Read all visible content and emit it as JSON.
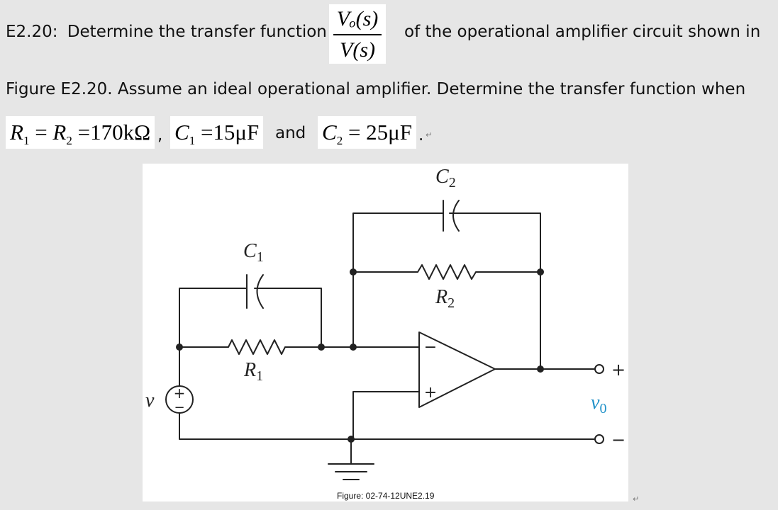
{
  "problem": {
    "label": "E2.20:",
    "line1_before": "Determine the transfer function",
    "fraction": {
      "numerator": "Vₒ(s)",
      "denominator": "V(s)"
    },
    "line1_after": "of the operational amplifier circuit shown in",
    "line2": "Figure E2.20. Assume an ideal operational amplifier. Determine the transfer function when",
    "values": {
      "r_equation": {
        "r1": "R",
        "r1_sub": "1",
        "eq1": " = ",
        "r2": "R",
        "r2_sub": "2",
        "value": " =170kΩ"
      },
      "comma": ",",
      "c1_equation": {
        "c1": "C",
        "c1_sub": "1",
        "value": " =15μF"
      },
      "and": "and",
      "c2_equation": {
        "c2": "C",
        "c2_sub": "2",
        "value": " = 25μF"
      },
      "end": ".",
      "return_mark": "↵"
    }
  },
  "figure": {
    "labels": {
      "c1": "C",
      "c1_sub": "1",
      "c2": "C",
      "c2_sub": "2",
      "r1": "R",
      "r1_sub": "1",
      "r2": "R",
      "r2_sub": "2",
      "source_v": "v",
      "source_plus": "+",
      "source_minus": "−",
      "opamp_minus": "−",
      "opamp_plus": "+",
      "out_plus": "+",
      "out_minus": "−",
      "vo": "v",
      "vo_sub": "0"
    },
    "caption": "Figure: 02-74-12UNE2.19",
    "return_mark": "↵",
    "colors": {
      "wire": "#222222",
      "vo_label": "#1e90c8"
    }
  }
}
